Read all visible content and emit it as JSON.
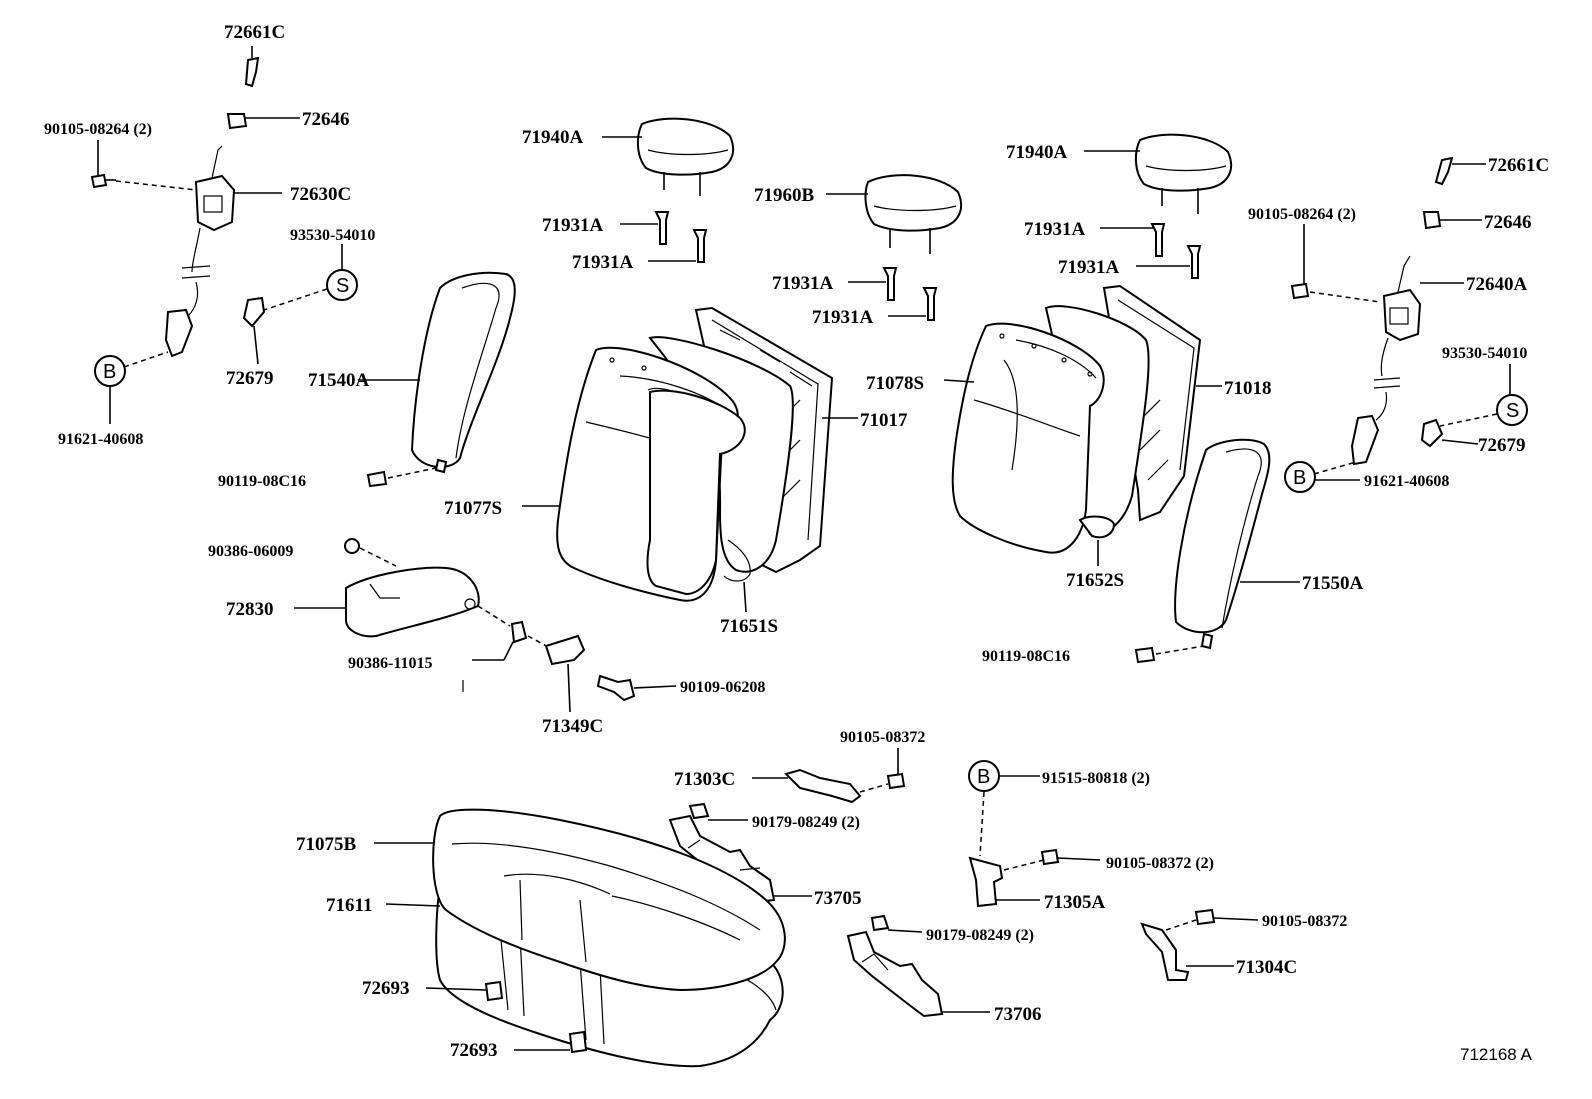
{
  "diagram": {
    "reference_id": "712168 A",
    "callouts": {
      "b_left": "B",
      "s_left": "S",
      "b_right": "B",
      "s_right": "S",
      "b_bottom": "B"
    },
    "labels": {
      "p72661C_left": "72661C",
      "p72646_left": "72646",
      "p90105_08264_left": "90105-08264 (2)",
      "p72630C": "72630C",
      "p93530_left": "93530-54010",
      "p72679_left": "72679",
      "p91621_left": "91621-40608",
      "p71540A": "71540A",
      "p90119_left": "90119-08C16",
      "p90386_06009": "90386-06009",
      "p72830": "72830",
      "p90386_11015": "90386-11015",
      "p71349C": "71349C",
      "p90109_06208": "90109-06208",
      "p71940A_left": "71940A",
      "p71931A_1": "71931A",
      "p71931A_2": "71931A",
      "p71960B": "71960B",
      "p71931A_3": "71931A",
      "p71931A_4": "71931A",
      "p71017": "71017",
      "p71077S": "71077S",
      "p71651S": "71651S",
      "p71940A_right": "71940A",
      "p71931A_5": "71931A",
      "p71931A_6": "71931A",
      "p71078S": "71078S",
      "p71018": "71018",
      "p71652S": "71652S",
      "p72661C_right": "72661C",
      "p90105_08264_right": "90105-08264 (2)",
      "p72646_right": "72646",
      "p72640A": "72640A",
      "p93530_right": "93530-54010",
      "p72679_right": "72679",
      "p91621_right": "91621-40608",
      "p71550A": "71550A",
      "p90119_right": "90119-08C16",
      "p90105_08372_top": "90105-08372",
      "p71303C": "71303C",
      "p90179_08249_top": "90179-08249 (2)",
      "p73705": "73705",
      "p91515_80818": "91515-80818 (2)",
      "p90105_08372_2": "90105-08372 (2)",
      "p71305A": "71305A",
      "p90179_08249_bottom": "90179-08249 (2)",
      "p90105_08372_bottom": "90105-08372",
      "p71304C": "71304C",
      "p73706": "73706",
      "p71075B": "71075B",
      "p71611": "71611",
      "p72693_1": "72693",
      "p72693_2": "72693"
    }
  }
}
